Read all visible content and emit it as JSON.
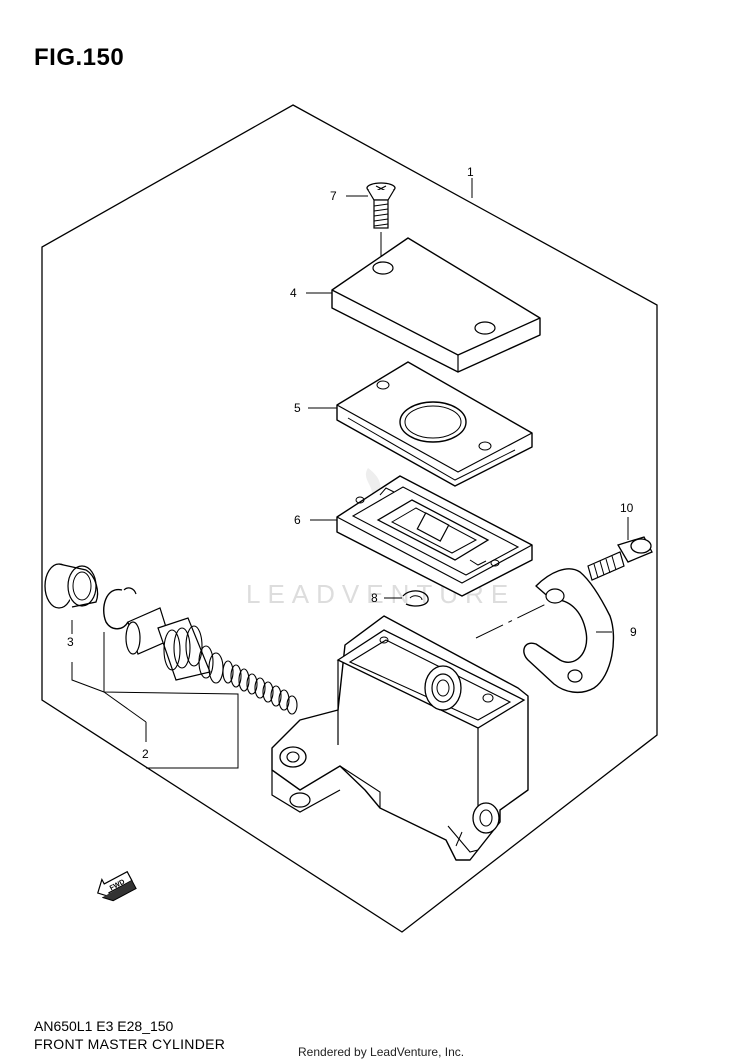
{
  "figure": {
    "title": "FIG.150",
    "model_code": "AN650L1 E3 E28_150",
    "description": "FRONT MASTER CYLINDER"
  },
  "watermark": "LEADVENTURE",
  "credit": "Rendered by LeadVenture, Inc.",
  "fwd_badge": "FWD",
  "parts": [
    {
      "ref": "1"
    },
    {
      "ref": "2"
    },
    {
      "ref": "3"
    },
    {
      "ref": "4"
    },
    {
      "ref": "5"
    },
    {
      "ref": "6"
    },
    {
      "ref": "7"
    },
    {
      "ref": "8"
    },
    {
      "ref": "9"
    },
    {
      "ref": "10"
    }
  ]
}
